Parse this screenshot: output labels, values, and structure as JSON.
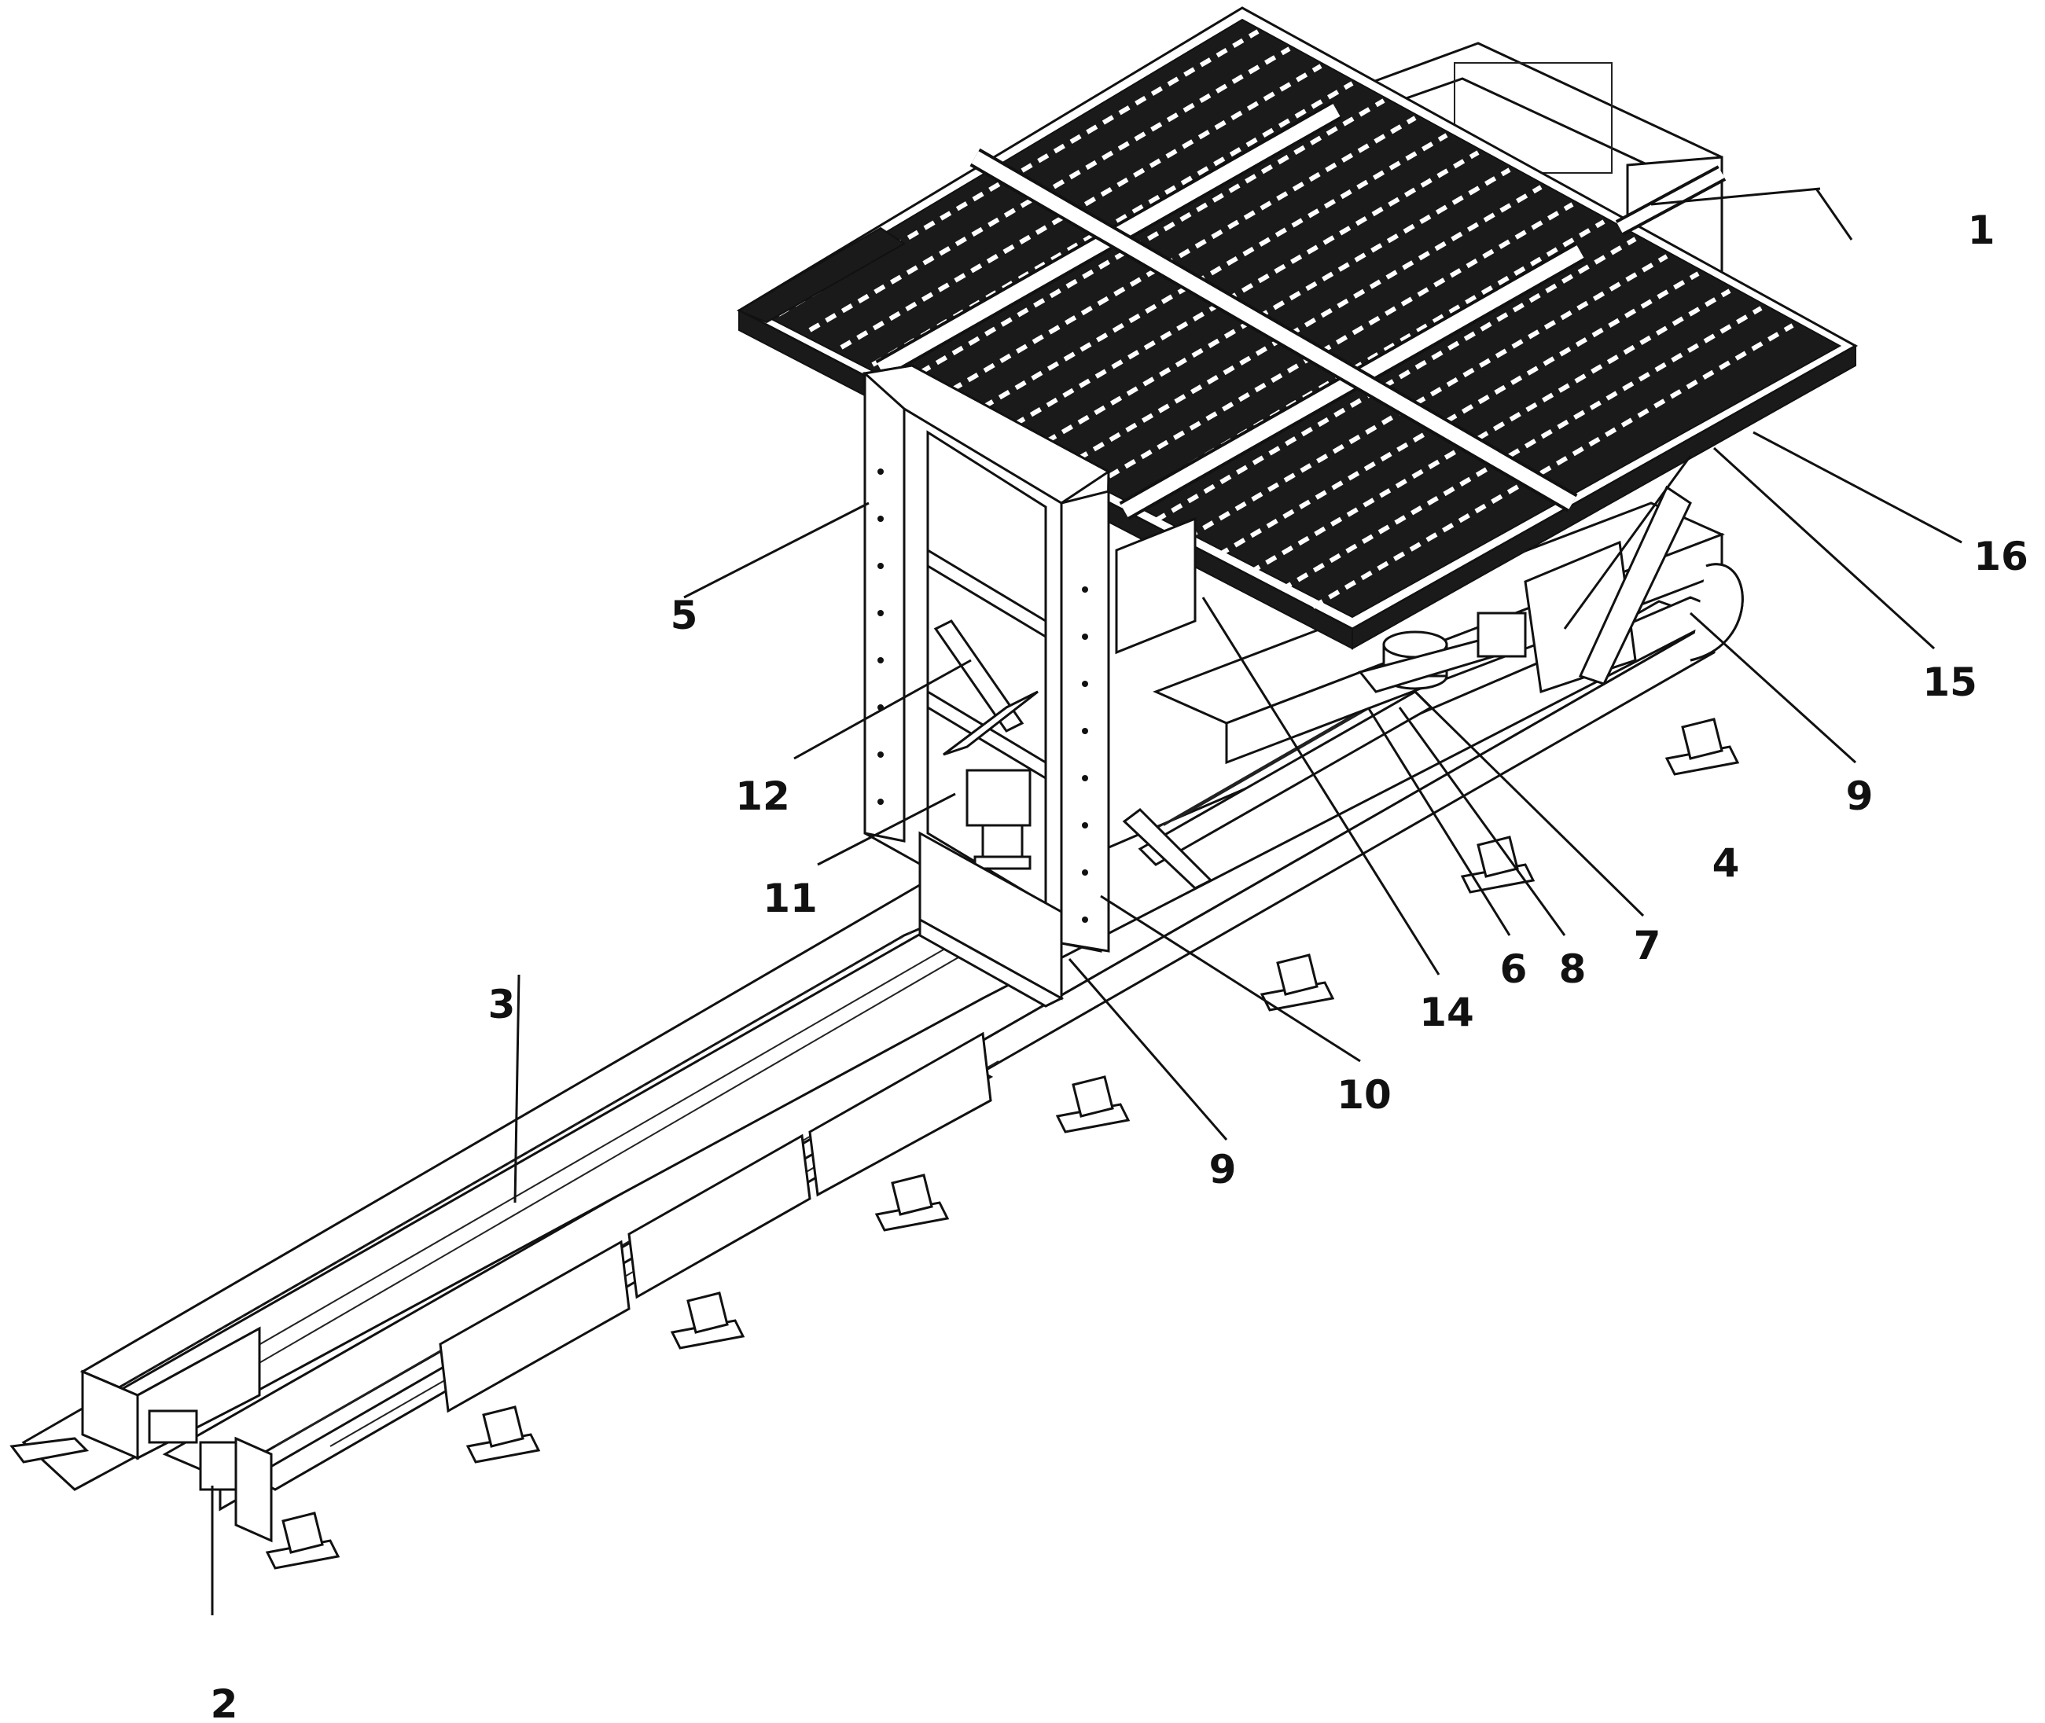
{
  "figure": {
    "callouts": [
      {
        "id": "c1",
        "text": "1"
      },
      {
        "id": "c2",
        "text": "2"
      },
      {
        "id": "c3",
        "text": "3"
      },
      {
        "id": "c4",
        "text": "4"
      },
      {
        "id": "c5",
        "text": "5"
      },
      {
        "id": "c6",
        "text": "6"
      },
      {
        "id": "c7",
        "text": "7"
      },
      {
        "id": "c8",
        "text": "8"
      },
      {
        "id": "c9a",
        "text": "9"
      },
      {
        "id": "c9b",
        "text": "9"
      },
      {
        "id": "c10",
        "text": "10"
      },
      {
        "id": "c11",
        "text": "11"
      },
      {
        "id": "c12",
        "text": "12"
      },
      {
        "id": "c14",
        "text": "14"
      },
      {
        "id": "c15",
        "text": "15"
      },
      {
        "id": "c16",
        "text": "16"
      }
    ]
  }
}
